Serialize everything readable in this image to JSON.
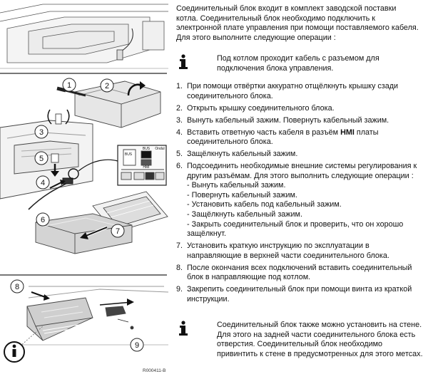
{
  "intro": "Соединительный блок входит в комплект заводской поставки котла. Соединительный блок необходимо подключить к электронной плате управления при помощи поставляемого кабеля. Для этого выполните следующие операции :",
  "info_1": {
    "icon": "info-i-icon",
    "text": "Под котлом проходит кабель с разъемом для подключения блока управления."
  },
  "steps": [
    {
      "num": "1.",
      "text": "При помощи отвёртки аккуратно отщёлкнуть крышку сзади соединительного блока."
    },
    {
      "num": "2.",
      "text": "Открыть крышку соединительного блока."
    },
    {
      "num": "3.",
      "text": "Вынуть кабельный зажим. Повернуть кабельный зажим."
    },
    {
      "num": "4.",
      "text_before": "Вставить ответную часть кабеля в разъём ",
      "text_bold": "HMI",
      "text_after": " платы соединительного блока."
    },
    {
      "num": "5.",
      "text": "Защёлкнуть кабельный зажим."
    },
    {
      "num": "6.",
      "text": "Подсоединить необходимые внешние системы регулирования к другим разъёмам. Для этого выполнить следующие операции :",
      "sub": [
        "- Вынуть кабельный зажим.",
        "- Повернуть кабельный зажим.",
        "- Установить кабель под кабельный зажим.",
        "- Защёлкнуть кабельный зажим.",
        "- Закрыть соединительный блок и проверить, что он хорошо защёлкнут."
      ]
    },
    {
      "num": "7.",
      "text": "Установить краткую инструкцию по эксплуатации в направляющие в верхней части соединительного блока."
    },
    {
      "num": "8.",
      "text": "После окончания всех подключений вставить соединительный блок в направляющие под котлом."
    },
    {
      "num": "9.",
      "text": "Закрепить соединительный блок при помощи винта из краткой инструкции."
    }
  ],
  "info_2": {
    "icon": "info-i-icon",
    "text": "Соединительный блок также можно установить на стене. Для этого на задней части соединительного блока есть отверстия. Соединительный блок необходимо привинтить к стене в предусмотренных для этого метсах."
  },
  "figure": {
    "callouts": [
      "1",
      "2",
      "3",
      "4",
      "5",
      "6",
      "7",
      "8",
      "9"
    ],
    "connector_labels": [
      "BUS",
      "BUS",
      "HMI",
      "Ondul"
    ],
    "reference": "R000411-B"
  }
}
